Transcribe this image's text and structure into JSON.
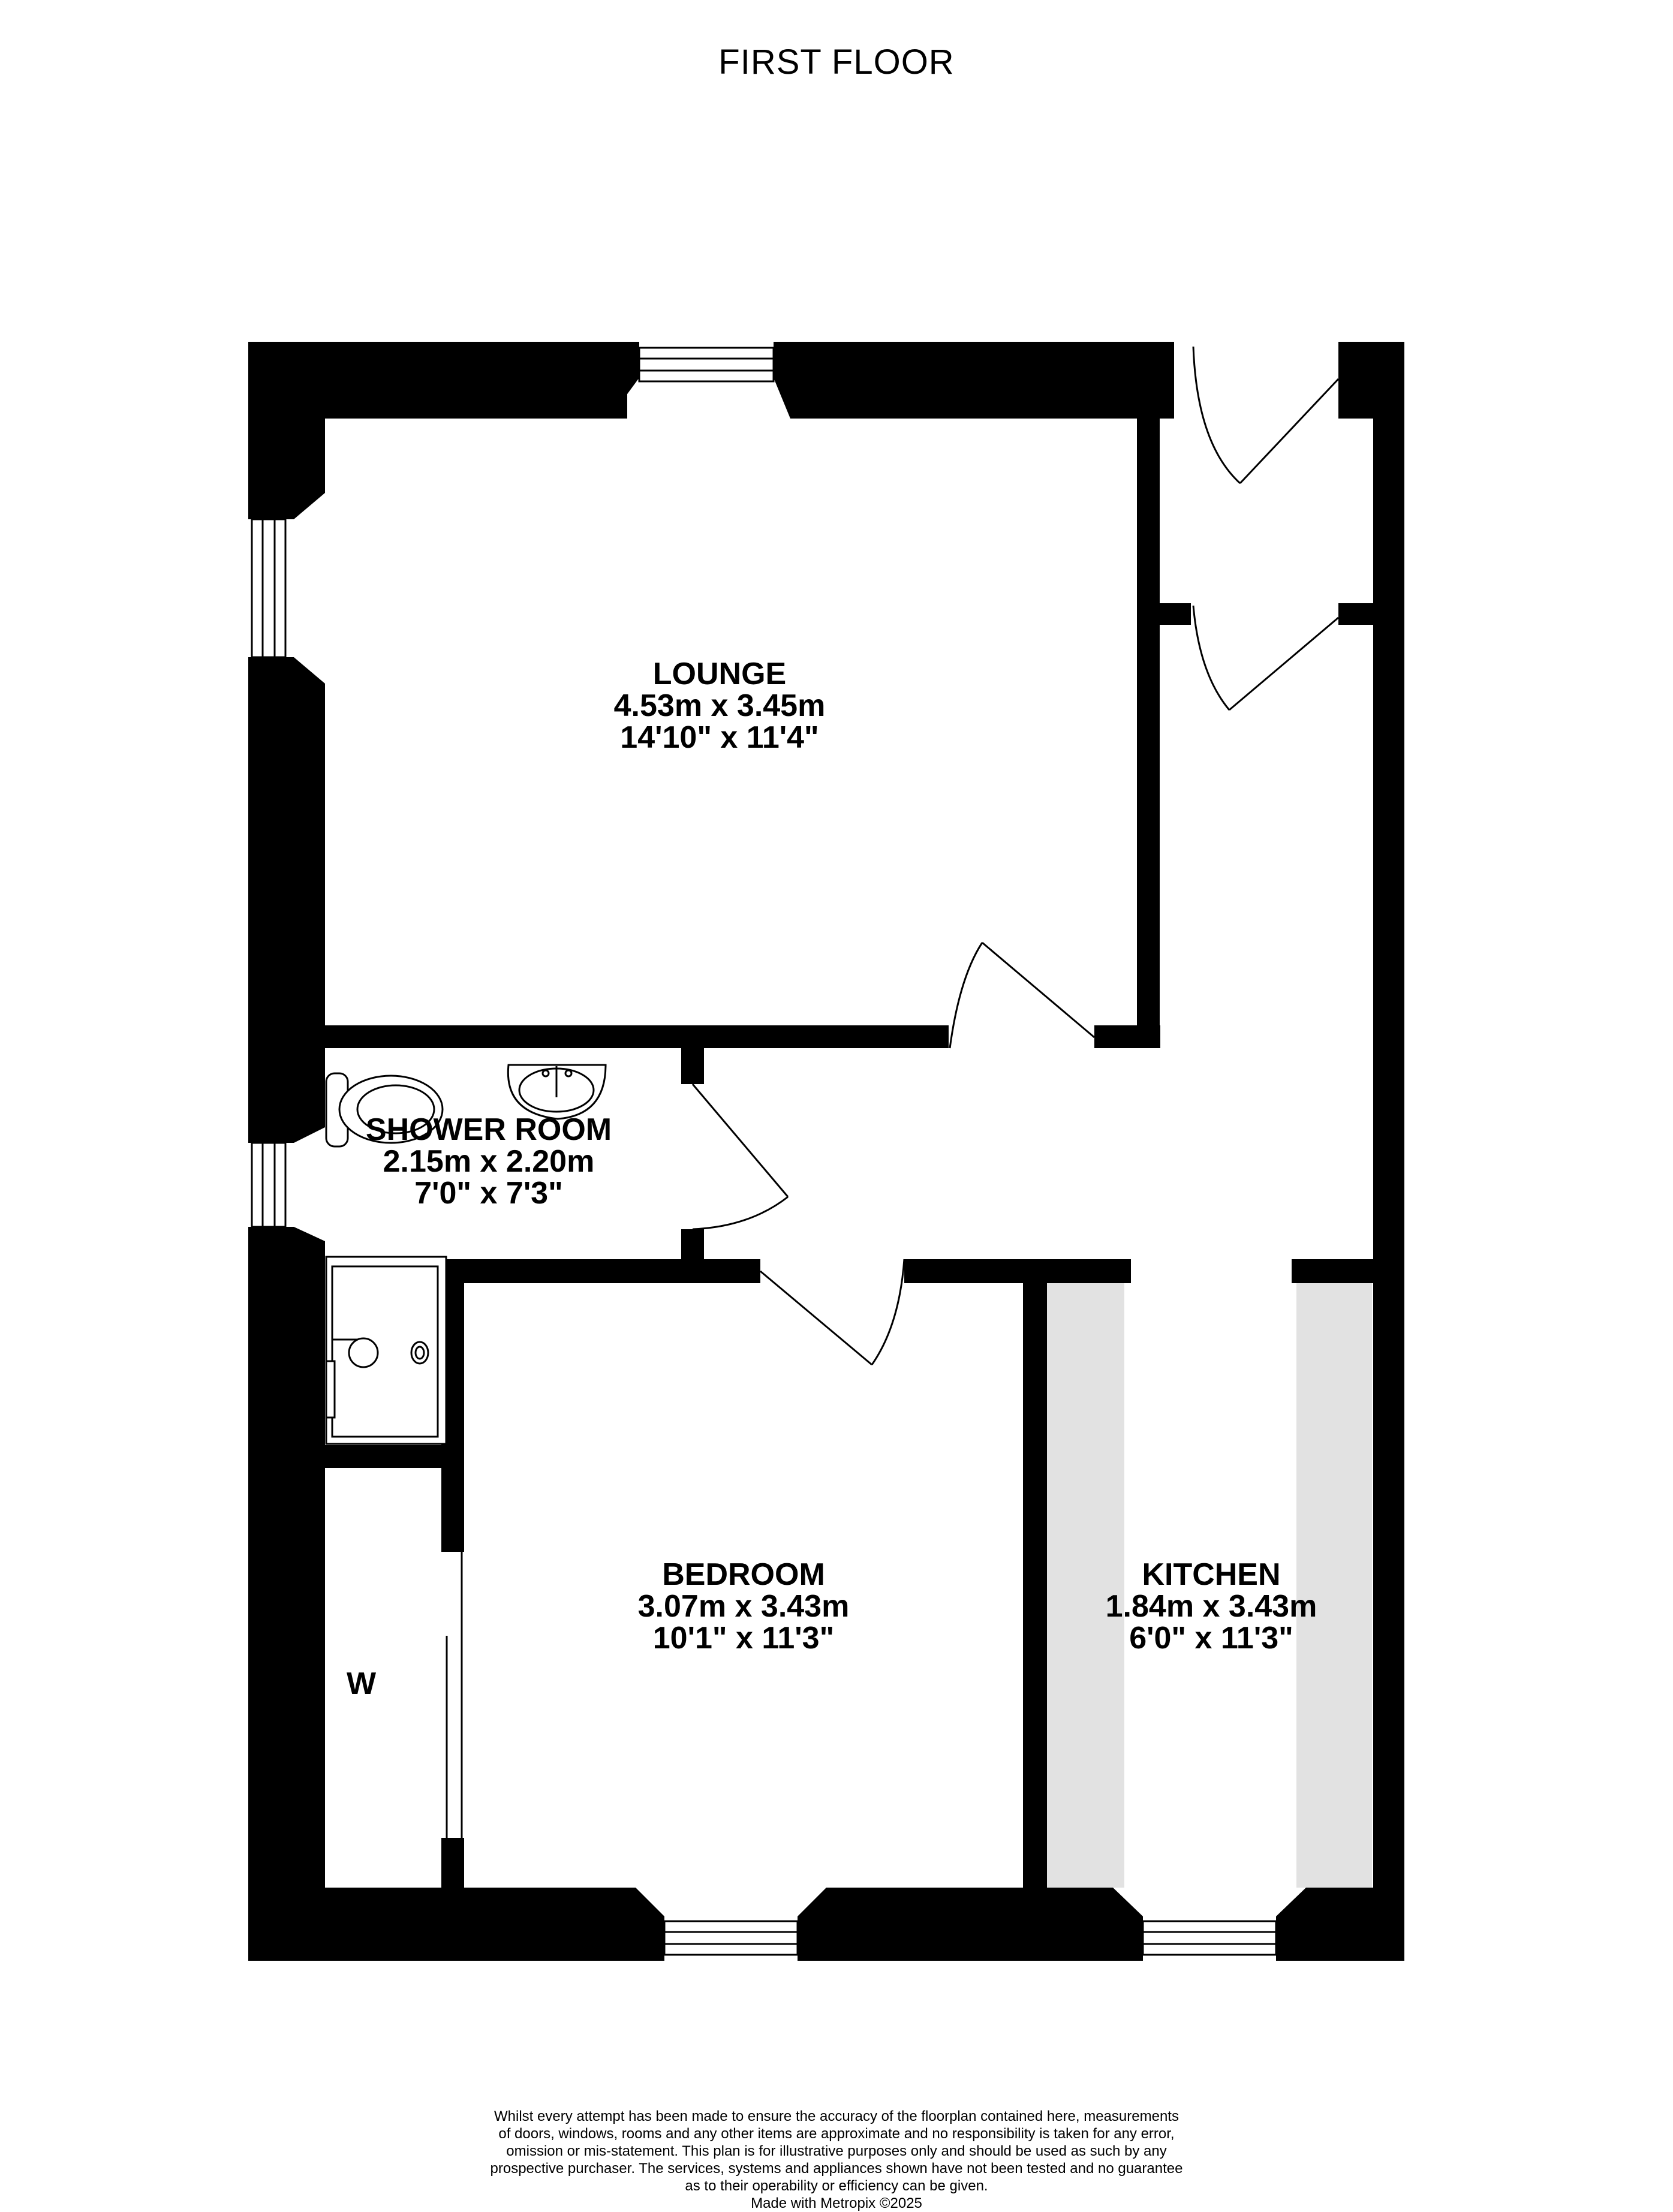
{
  "floor_title": "FIRST FLOOR",
  "rooms": {
    "lounge": {
      "name": "LOUNGE",
      "metric": "4.53m  x 3.45m",
      "imperial": "14'10\"  x 11'4\""
    },
    "shower": {
      "name": "SHOWER ROOM",
      "metric": "2.15m  x 2.20m",
      "imperial": "7'0\"  x 7'3\""
    },
    "bedroom": {
      "name": "BEDROOM",
      "metric": "3.07m  x 3.43m",
      "imperial": "10'1\"  x 11'3\""
    },
    "kitchen": {
      "name": "KITCHEN",
      "metric": "1.84m  x 3.43m",
      "imperial": "6'0\"  x 11'3\""
    }
  },
  "wardrobe_label": "W",
  "disclaimer": [
    "Whilst every attempt has been made to ensure the accuracy of the floorplan contained here, measurements",
    "of doors, windows, rooms and any other items are approximate and no responsibility is taken for any error,",
    "omission or mis-statement. This plan is for illustrative purposes only and should be used as such by any",
    "prospective purchaser. The services, systems and appliances shown have not been tested and no guarantee",
    "as to their operability or efficiency can be given.",
    "Made with Metropix ©2025"
  ],
  "colors": {
    "wall": "#000000",
    "worktop": "#e2e2e2",
    "background": "#ffffff"
  }
}
